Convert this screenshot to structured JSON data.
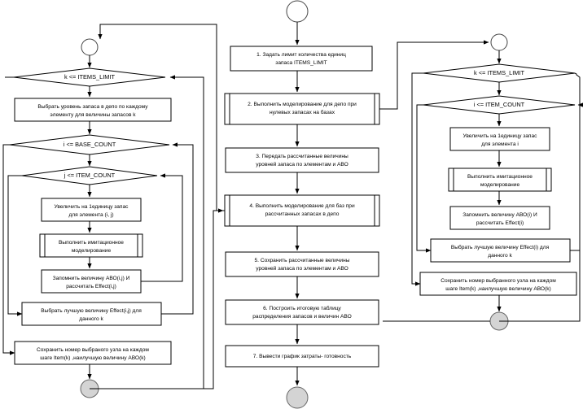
{
  "diagram": {
    "title": "Algorithm flowchart: inventory level optimization (three parallel branches)",
    "type": "flowchart",
    "language": "ru",
    "colors": {
      "stroke": "#000000",
      "fill": "#ffffff",
      "terminator_fill": "#d4d4d4",
      "terminator_stroke": "#666666"
    },
    "center": {
      "start": "",
      "nodes": [
        {
          "id": "c1",
          "label": "1. Задать лимит количества единиц запаса ITEMS_LIMIT"
        },
        {
          "id": "c2",
          "label": "2. Выполнить моделирование для депо при нулевых запасах на базах"
        },
        {
          "id": "c3",
          "label": "3. Передать рассчитанные величины уровней запаса по элементам и АВО"
        },
        {
          "id": "c4",
          "label": "4. Выполнить моделирование для баз при рассчитанных запасах в депо"
        },
        {
          "id": "c5",
          "label": "5. Сохранить рассчитанные величины уровней запаса по элементам и АВО"
        },
        {
          "id": "c6",
          "label": "6. Построить итоговую таблицу распределения запасов и величин АВО"
        },
        {
          "id": "c7",
          "label": "7. Вывести график затраты- готовность"
        }
      ],
      "end": ""
    },
    "left": {
      "connector_top": "",
      "nodes": [
        {
          "id": "l1",
          "label": "k <= ITEMS_LIMIT",
          "kind": "decision"
        },
        {
          "id": "l2",
          "label": "Выбрать уровень запаса в депо по каждому элементу для величины запасов k",
          "kind": "process"
        },
        {
          "id": "l3",
          "label": "i <= BASE_COUNT",
          "kind": "decision"
        },
        {
          "id": "l4",
          "label": "j <= ITEM_COUNT",
          "kind": "decision"
        },
        {
          "id": "l5",
          "label": "Увеличить на 1единицу запас для элемента  (i, j)",
          "kind": "process"
        },
        {
          "id": "l6",
          "label": "Выполнить имитационное моделирование",
          "kind": "predefined"
        },
        {
          "id": "l7",
          "label": "Запомнить величину АВО(i,j) И рассчитать Effect(i,j)",
          "kind": "process"
        },
        {
          "id": "l8",
          "label": "Выбрать лучшую величину Effect(i,j) для данного k",
          "kind": "process"
        },
        {
          "id": "l9",
          "label": "Сохранить номер выбраного узла на каждом шаге Item(k) ,наилучшую величину АВО(k)",
          "kind": "process"
        }
      ],
      "connector_bottom": ""
    },
    "right": {
      "connector_top": "",
      "nodes": [
        {
          "id": "r1",
          "label": "k <= ITEMS_LIMIT",
          "kind": "decision"
        },
        {
          "id": "r2",
          "label": "i <= ITEM_COUNT",
          "kind": "decision"
        },
        {
          "id": "r3",
          "label": "Увеличить на 1единицу запас для элемента i",
          "kind": "process"
        },
        {
          "id": "r4",
          "label": "Выполнить имитационное моделирование",
          "kind": "predefined"
        },
        {
          "id": "r5",
          "label": "Запомнить величину АВО(i) И рассчитать Effect(i)",
          "kind": "process"
        },
        {
          "id": "r6",
          "label": "Выбрать лучшую величину Effect(i) для данного k",
          "kind": "process"
        },
        {
          "id": "r7",
          "label": "Сохранить номер выбранного узла на каждом шаге Item(k) ,наилучшую величину АВО(k)",
          "kind": "process"
        }
      ],
      "connector_bottom": ""
    }
  }
}
